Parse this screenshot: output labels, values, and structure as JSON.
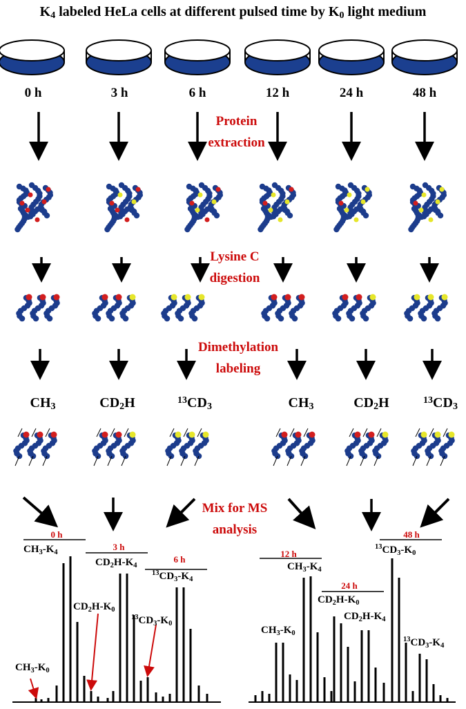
{
  "title": "K4 labeled HeLa cells at different pulsed time by K0 light medium",
  "title_parts": {
    "a": "K",
    "a_sub": "4",
    "b": " labeled HeLa cells at different pulsed time by K",
    "b_sub": "0",
    "c": " light medium"
  },
  "timepoints": [
    "0 h",
    "3 h",
    "6 h",
    "12 h",
    "24 h",
    "48 h"
  ],
  "steps": {
    "protein_extraction": [
      "Protein",
      "extraction"
    ],
    "lysine_digestion": [
      "Lysine C",
      "digestion"
    ],
    "dimethylation": [
      "Dimethylation",
      "labeling"
    ],
    "mix": [
      "Mix for MS",
      "analysis"
    ]
  },
  "labels": {
    "ch3": {
      "main": "CH",
      "sub": "3"
    },
    "cd2h": {
      "main": "CD",
      "sub": "2",
      "rest": "H"
    },
    "cd3": {
      "sup": "13",
      "main": "CD",
      "sub": "3"
    }
  },
  "peptide_tags": {
    "ch3": "CH3",
    "cd2h_a": "CD",
    "cd2h_b": "2",
    "cd2h_c": "H",
    "cd3_sup": "13",
    "cd3_a": "CD",
    "cd3_b": "3"
  },
  "spectra": {
    "left": {
      "headers": [
        "0 h",
        "3 h",
        "6 h"
      ],
      "peaks": {
        "ch3_k4": [
          "CH",
          "3",
          "-K",
          "4"
        ],
        "cd2h_k4": [
          "CD",
          "2",
          "H-K",
          "4"
        ],
        "cd3_k4": [
          "13",
          "CD",
          "3",
          "-K",
          "4"
        ],
        "ch3_k0": [
          "CH",
          "3",
          "-K",
          "0"
        ],
        "cd2h_k0": [
          "CD",
          "2",
          "H-K",
          "0"
        ],
        "cd3_k0": [
          "13",
          "CD",
          "3",
          "-K",
          "0"
        ]
      }
    },
    "right": {
      "headers": [
        "12 h",
        "24 h",
        "48 h"
      ],
      "peaks": {
        "ch3_k4": [
          "CH",
          "3",
          "-K",
          "4"
        ],
        "cd2h_k0": [
          "CD",
          "2",
          "H-K",
          "0"
        ],
        "cd3_k0": [
          "13",
          "CD",
          "3",
          "-K",
          "0"
        ],
        "ch3_k0": [
          "CH",
          "3",
          "-K",
          "0"
        ],
        "cd2h_k4": [
          "CD",
          "2",
          "H-K",
          "4"
        ],
        "cd3_k4": [
          "13",
          "CD",
          "3",
          "-K",
          "4"
        ]
      }
    }
  },
  "colors": {
    "dish": "#1b3f8f",
    "bead": "#1c3c8c",
    "red_label": "#cc0a0a",
    "yellow_bead": "#e6e62a",
    "red_bead": "#d21e1e"
  }
}
